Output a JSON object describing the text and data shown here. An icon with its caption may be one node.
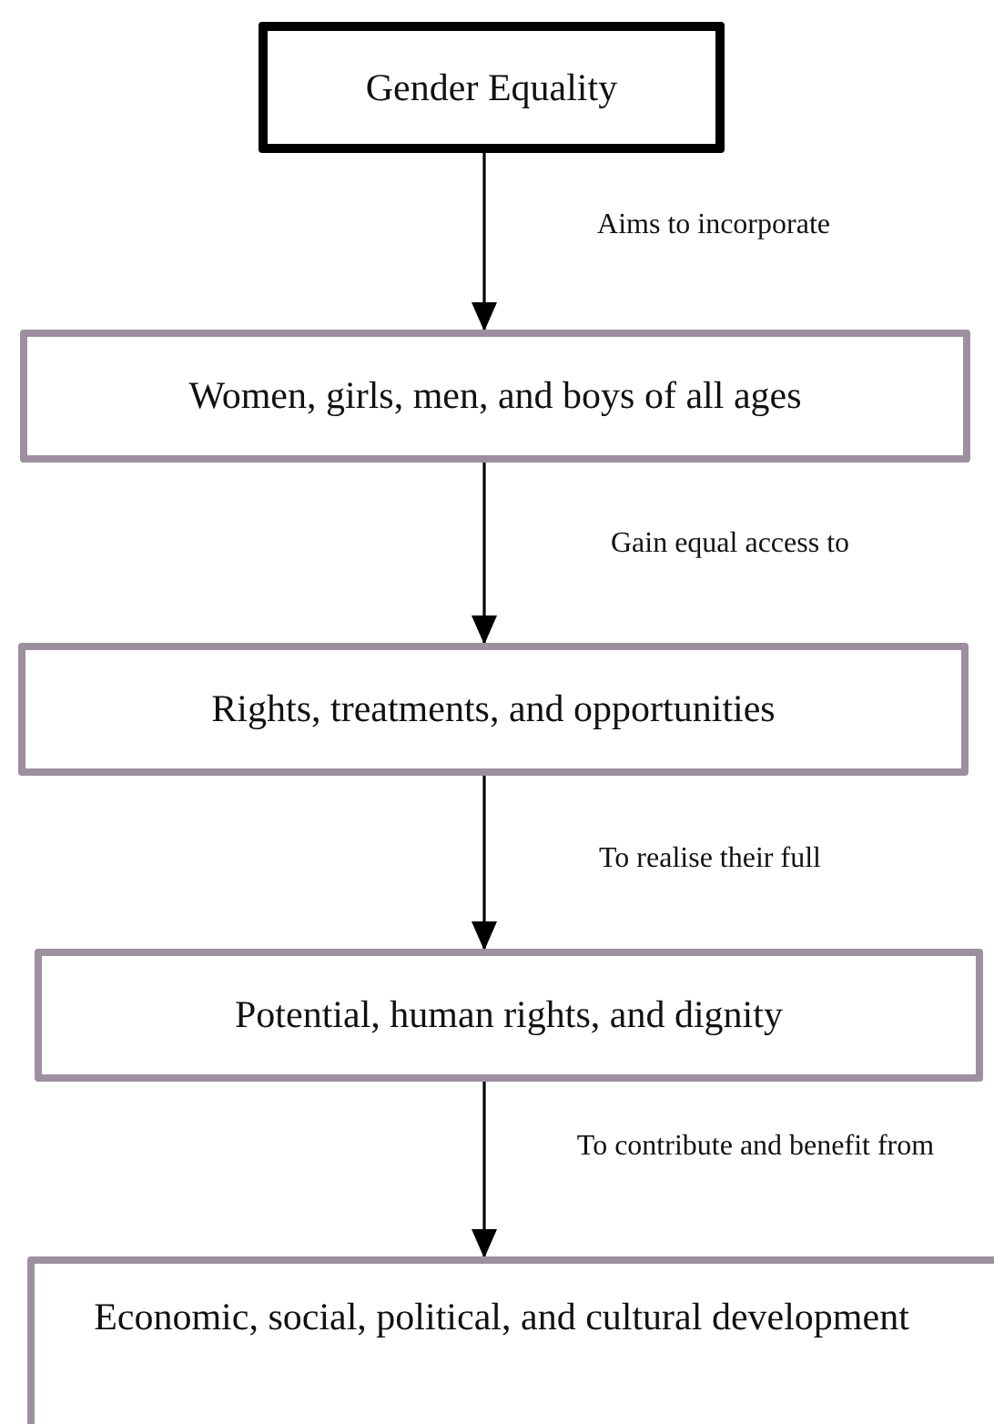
{
  "diagram": {
    "nodes": [
      {
        "text": [
          "Gender Equality"
        ]
      },
      {
        "text": [
          "Women, girls, men, and boys of all ages"
        ]
      },
      {
        "text": [
          "Rights, treatments, and opportunities"
        ]
      },
      {
        "text": [
          "Potential, human rights, and dignity"
        ]
      },
      {
        "text": [
          "Economic, social, political, and cultural development"
        ]
      }
    ],
    "edges": [
      {
        "from": 0,
        "to": 1,
        "arrow": "to",
        "label": "Aims to incorporate"
      },
      {
        "from": 1,
        "to": 2,
        "arrow": "to",
        "label": "Gain equal access to"
      },
      {
        "from": 2,
        "to": 3,
        "arrow": "to",
        "label": "To realise their full"
      },
      {
        "from": 3,
        "to": 4,
        "arrow": "to",
        "label": "To contribute and benefit from"
      }
    ]
  }
}
